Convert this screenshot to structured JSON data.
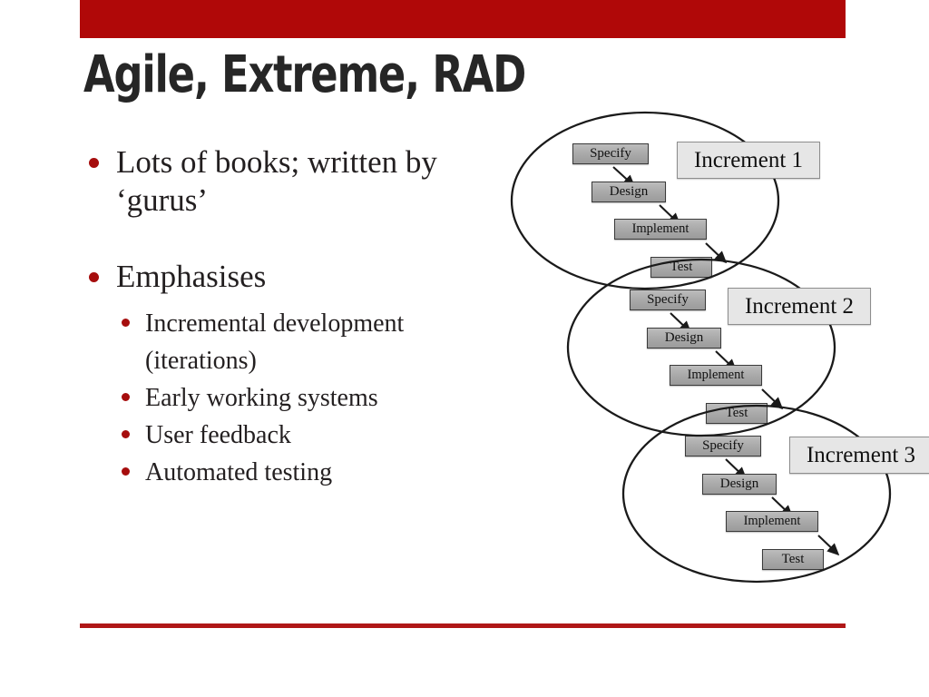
{
  "slide": {
    "title": "Agile, Extreme, RAD",
    "accent_color": "#b00808",
    "bullet_color": "#a60d0d",
    "text_color": "#231f20"
  },
  "body": {
    "bullets": [
      {
        "text": "Lots of books; written by ‘gurus’"
      },
      {
        "text": "Emphasises"
      }
    ],
    "sub_bullets": [
      {
        "text": "Incremental development (iterations)"
      },
      {
        "text": "Early working systems"
      },
      {
        "text": "User feedback"
      },
      {
        "text": "Automated testing"
      }
    ]
  },
  "diagram": {
    "type": "incremental-development-cycles",
    "stage_labels": [
      "Specify",
      "Design",
      "Implement",
      "Test"
    ],
    "increments": [
      {
        "label": "Increment 1"
      },
      {
        "label": "Increment 2"
      },
      {
        "label": "Increment 3"
      }
    ],
    "stages": {
      "i1": [
        "Specify",
        "Design",
        "Implement",
        "Test"
      ],
      "i2": [
        "Specify",
        "Design",
        "Implement",
        "Test"
      ],
      "i3": [
        "Specify",
        "Design",
        "Implement",
        "Test"
      ]
    }
  }
}
